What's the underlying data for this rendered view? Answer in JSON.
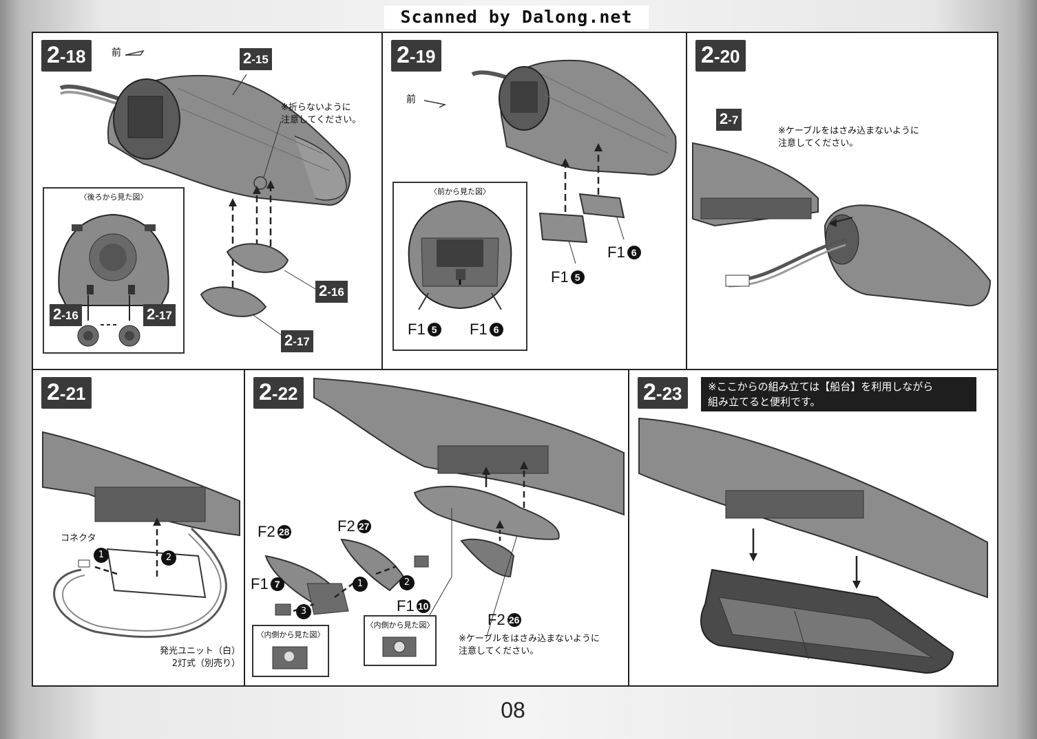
{
  "watermark": "Scanned by Dalong.net",
  "page_number": "08",
  "common": {
    "front": "前",
    "arrow_label": "前"
  },
  "p218": {
    "step_main": "2",
    "step_sub": "-18",
    "tag_a": "2",
    "tag_a_sub": "-15",
    "tag_b": "2",
    "tag_b_sub": "-16",
    "tag_c": "2",
    "tag_c_sub": "-17",
    "note": "※折らないように\n注意してください。",
    "inset_caption": "〈後ろから見た図〉",
    "inset_tag_left": "2",
    "inset_tag_left_sub": "-16",
    "inset_tag_right": "2",
    "inset_tag_right_sub": "-17"
  },
  "p219": {
    "step_main": "2",
    "step_sub": "-19",
    "inset_caption": "〈前から見た図〉",
    "part_a": "F1",
    "part_a_num": "5",
    "part_b": "F1",
    "part_b_num": "6",
    "inset_part_a": "F1",
    "inset_part_a_num": "5",
    "inset_part_b": "F1",
    "inset_part_b_num": "6"
  },
  "p220": {
    "step_main": "2",
    "step_sub": "-20",
    "tag": "2",
    "tag_sub": "-7",
    "note": "※ケーブルをはさみ込まないように\n注意してください。"
  },
  "p221": {
    "step_main": "2",
    "step_sub": "-21",
    "connector": "コネクタ",
    "unit_note": "発光ユニット（白）\n2灯式（別売り）",
    "n1": "1",
    "n2": "2"
  },
  "p222": {
    "step_main": "2",
    "step_sub": "-22",
    "parts": [
      {
        "label": "F2",
        "num": "28"
      },
      {
        "label": "F2",
        "num": "27"
      },
      {
        "label": "F1",
        "num": "7"
      },
      {
        "label": "F1",
        "num": "10"
      },
      {
        "label": "F2",
        "num": "26"
      }
    ],
    "n1": "1",
    "n2": "2",
    "n3": "3",
    "inset_a": "〈内側から見た図〉",
    "inset_b": "〈内側から見た図〉",
    "note": "※ケーブルをはさみ込まないように\n注意してください。"
  },
  "p223": {
    "step_main": "2",
    "step_sub": "-23",
    "banner": "※ここからの組み立ては【船台】を利用しながら\n組み立てると便利です。"
  }
}
